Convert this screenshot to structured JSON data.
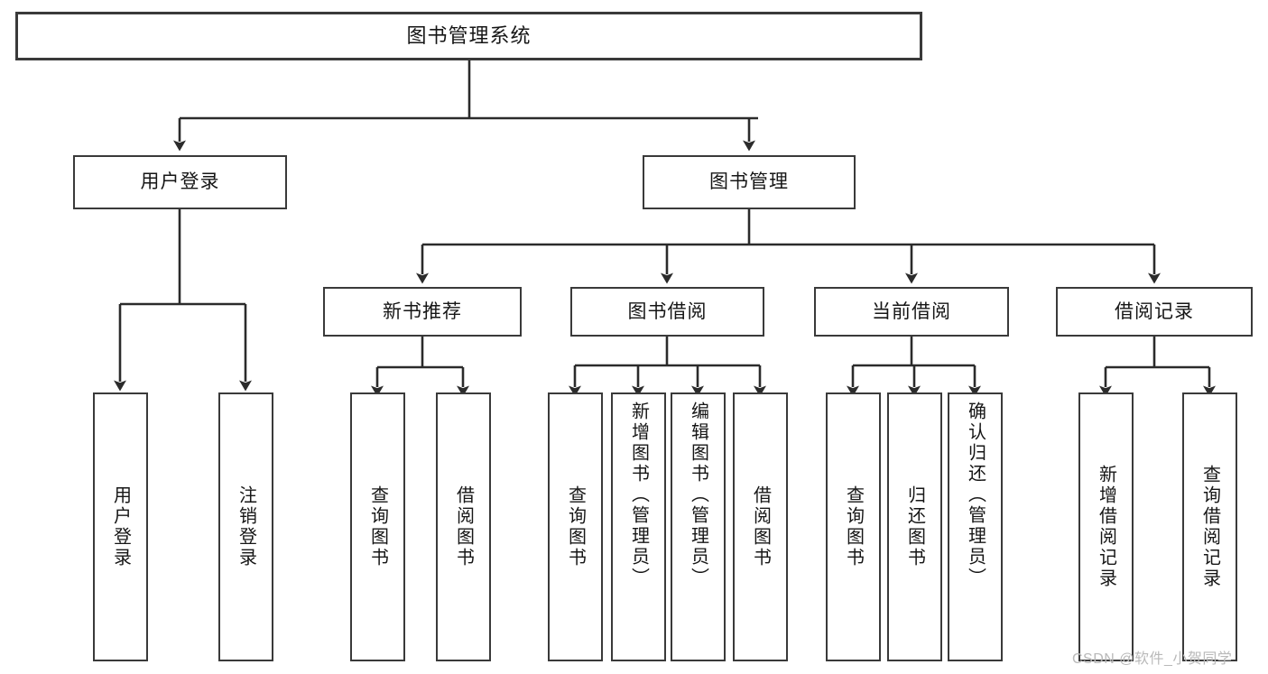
{
  "diagram": {
    "title": "图书管理系统",
    "type": "tree-hierarchy-diagram",
    "colors": {
      "stroke": "#3a3a3a",
      "fill": "#ffffff",
      "text": "#161616",
      "watermark": "#b9b9b9"
    },
    "root": {
      "label": "图书管理系统"
    },
    "level2": [
      {
        "id": "user-login",
        "label": "用户登录"
      },
      {
        "id": "book-management",
        "label": "图书管理"
      }
    ],
    "level3": [
      {
        "id": "new-book-recommend",
        "label": "新书推荐"
      },
      {
        "id": "book-borrow",
        "label": "图书借阅"
      },
      {
        "id": "current-borrow",
        "label": "当前借阅"
      },
      {
        "id": "borrow-record",
        "label": "借阅记录"
      }
    ],
    "leaves": {
      "user_login": [
        {
          "id": "leaf-user-login",
          "label": "用户登录"
        },
        {
          "id": "leaf-logout-login",
          "label": "注销登录"
        }
      ],
      "new_book_recommend": [
        {
          "id": "leaf-query-book-1",
          "label": "查询图书"
        },
        {
          "id": "leaf-borrow-book-1",
          "label": "借阅图书"
        }
      ],
      "book_borrow": [
        {
          "id": "leaf-query-book-2",
          "label": "查询图书"
        },
        {
          "id": "leaf-add-book",
          "label": "新增图书（管理员）"
        },
        {
          "id": "leaf-edit-book",
          "label": "编辑图书（管理员）"
        },
        {
          "id": "leaf-borrow-book-2",
          "label": "借阅图书"
        }
      ],
      "current_borrow": [
        {
          "id": "leaf-query-book-3",
          "label": "查询图书"
        },
        {
          "id": "leaf-return-book",
          "label": "归还图书"
        },
        {
          "id": "leaf-confirm-return",
          "label": "确认归还（管理员）"
        }
      ],
      "borrow_record": [
        {
          "id": "leaf-add-borrow-record",
          "label": "新增借阅记录"
        },
        {
          "id": "leaf-query-borrow-record",
          "label": "查询借阅记录"
        }
      ]
    }
  },
  "watermark": {
    "text": "CSDN @软件_小贺同学"
  }
}
